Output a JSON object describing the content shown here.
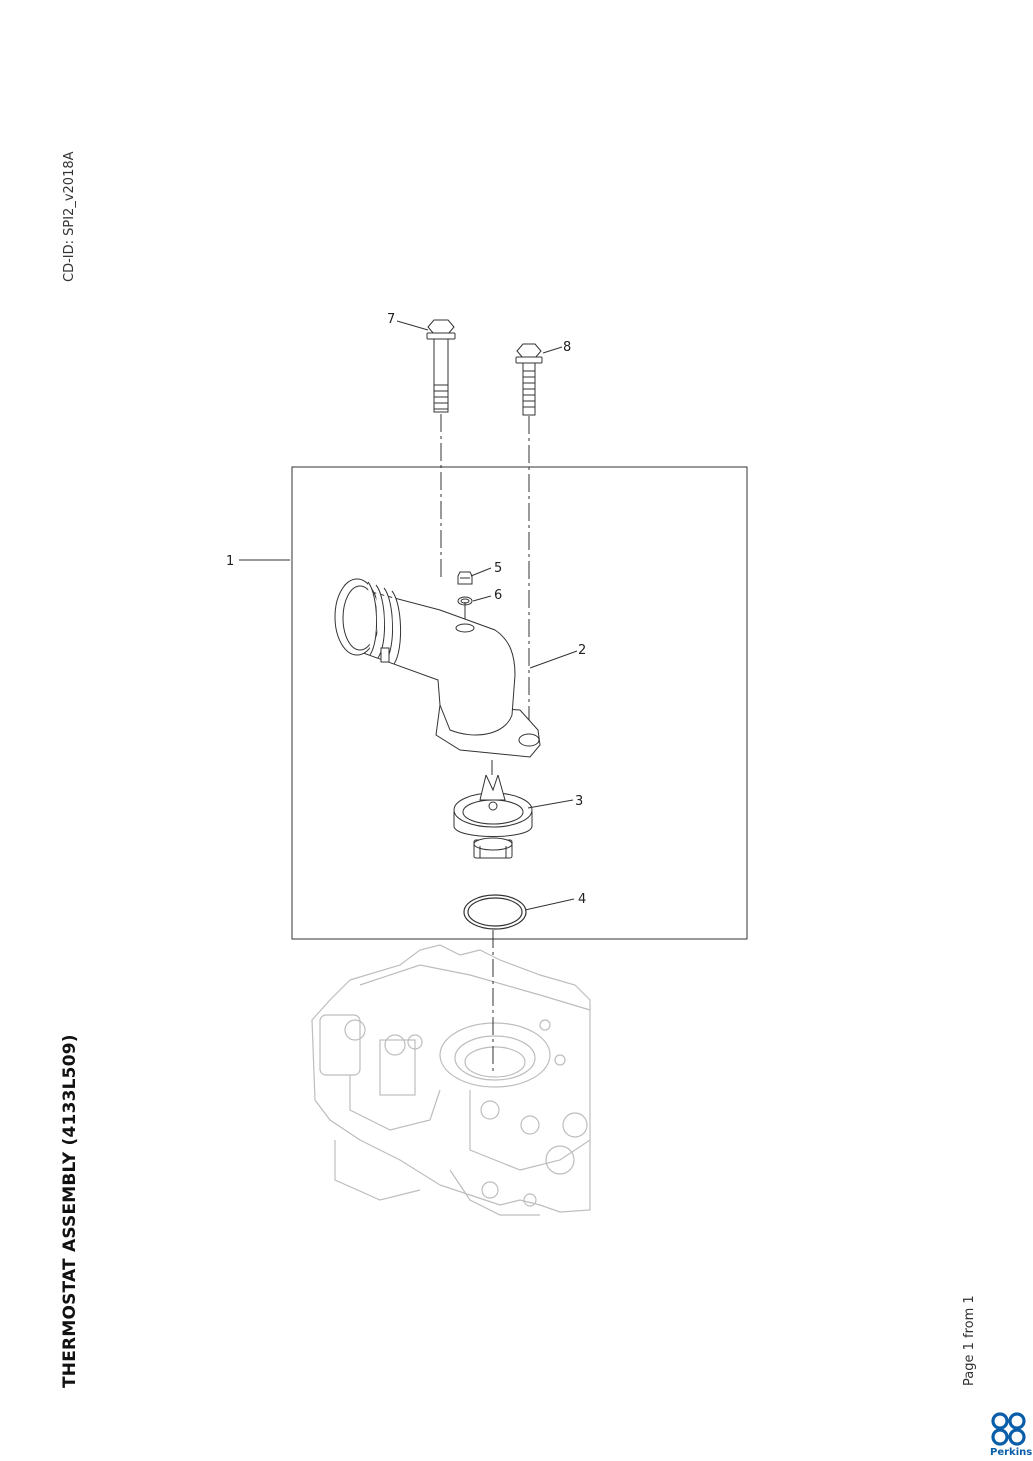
{
  "header": {
    "cd_id": "CD-ID: SPI2_v2018A"
  },
  "document": {
    "title": "THERMOSTAT ASSEMBLY (4133L509)",
    "page_info": "Page 1 from 1"
  },
  "callouts": [
    "1",
    "2",
    "3",
    "4",
    "5",
    "6",
    "7",
    "8"
  ],
  "brand": {
    "name": "Perkins",
    "color": "#0a5da8"
  },
  "colors": {
    "line": "#333333",
    "ghost": "#bdbdbd"
  }
}
